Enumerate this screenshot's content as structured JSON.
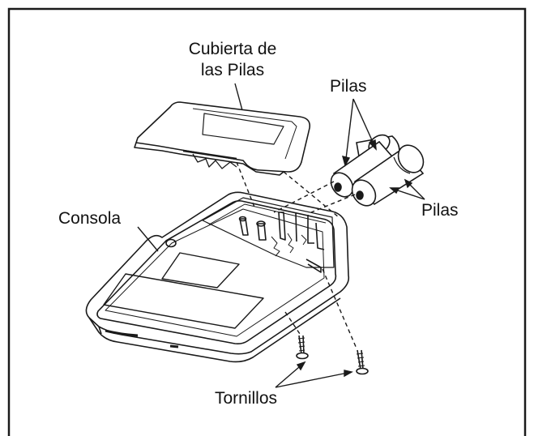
{
  "labels": {
    "battery_cover": [
      "Cubierta de",
      "las Pilas"
    ],
    "batteries_top": "Pilas",
    "batteries_right": "Pilas",
    "console": "Consola",
    "screws": "Tornillos"
  },
  "colors": {
    "ink": "#1a1a1a",
    "background": "#ffffff"
  }
}
